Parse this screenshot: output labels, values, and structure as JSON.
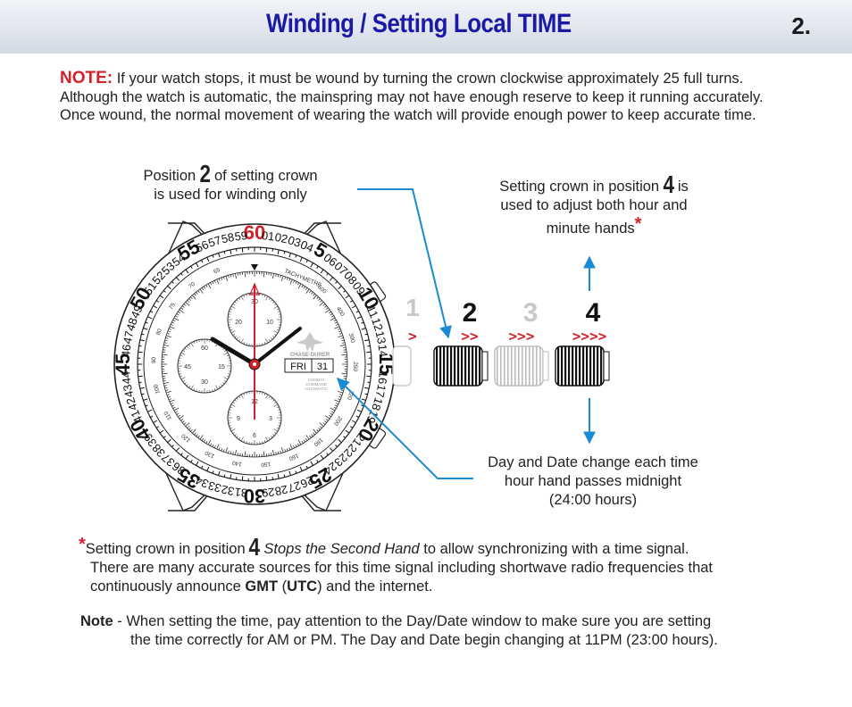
{
  "header": {
    "title": "Winding / Setting Local TIME",
    "page_number": "2."
  },
  "note": {
    "label": "NOTE:",
    "text": " If your watch stops, it must be wound by turning the crown clockwise approximately 25 full turns. Although the watch is automatic, the mainspring may not have enough reserve to keep it running accurately. Once wound, the normal movement of wearing the watch will provide enough power to keep accurate time."
  },
  "callouts": {
    "winding": {
      "pre": "Position ",
      "num": "2",
      "post": " of setting crown",
      "line2": "is used for winding only"
    },
    "setting": {
      "pre": "Setting crown in position ",
      "num": "4",
      "post": " is",
      "line2": "used to adjust both hour and",
      "line3": "minute hands",
      "star": "*"
    },
    "daydate": {
      "line1": "Day and Date change each time",
      "line2": "hour hand passes midnight",
      "line3": "(24:00 hours)"
    }
  },
  "crown_positions": [
    {
      "num": "1",
      "chevrons": ">",
      "color": "#d4202a"
    },
    {
      "num": "2",
      "chevrons": ">>",
      "color": "#111111"
    },
    {
      "num": "3",
      "chevrons": ">>>",
      "color": "#c8c8c8"
    },
    {
      "num": "4",
      "chevrons": ">>>>",
      "color": "#111111"
    }
  ],
  "watch": {
    "brand": "CHASE-DURER",
    "model_lines": [
      "COMBAT",
      "COMMAND",
      "AUTOMATIC"
    ],
    "tachymetre": "TACHYMETRE",
    "day": "FRI",
    "date": "31",
    "bezel_numbers": [
      "60",
      "01",
      "02",
      "03",
      "04",
      "5",
      "06",
      "07",
      "08",
      "09",
      "10",
      "11",
      "12",
      "13",
      "14",
      "15",
      "16",
      "17",
      "18",
      "19",
      "20",
      "21",
      "22",
      "23",
      "24",
      "25",
      "26",
      "27",
      "28",
      "29",
      "30",
      "31",
      "32",
      "33",
      "34",
      "35",
      "36",
      "37",
      "38",
      "39",
      "40",
      "41",
      "42",
      "43",
      "44",
      "45",
      "46",
      "47",
      "48",
      "49",
      "50",
      "51",
      "52",
      "53",
      "54",
      "55",
      "56",
      "57",
      "58",
      "59"
    ],
    "tachy_numbers": [
      "500",
      "400",
      "300",
      "250",
      "220",
      "200",
      "180",
      "160",
      "150",
      "140",
      "130",
      "120",
      "110",
      "100",
      "90",
      "80",
      "75",
      "70",
      "65"
    ],
    "sub_top": [
      "30",
      "20",
      "10"
    ],
    "sub_left": [
      "60",
      "45",
      "15",
      "30"
    ],
    "sub_bottom": [
      "12",
      "9",
      "3",
      "6"
    ],
    "colors": {
      "accent": "#d4202a",
      "arrow": "#1a8ad4",
      "title": "#1a1aa6"
    }
  },
  "footnote": {
    "star": "*",
    "pre": "Setting crown in position ",
    "num": "4",
    "italic": " Stops the Second Hand",
    "post": " to allow synchronizing with a time signal.",
    "line2": "There are many accurate sources for this time signal including shortwave radio frequencies that",
    "line3_pre": "continuously announce ",
    "gmt": "GMT",
    "paren_open": " (",
    "utc": "UTC",
    "line3_post": ") and the internet."
  },
  "note2": {
    "label": "Note",
    "text": " - When setting the time, pay attention to the Day/Date window to make sure you are setting",
    "line2": "the time correctly for AM or PM. The Day and Date begin changing at 11PM (23:00 hours)."
  }
}
